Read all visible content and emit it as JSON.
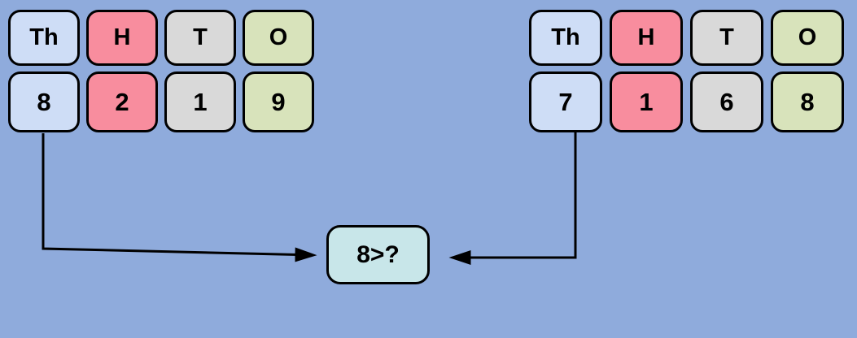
{
  "colors": {
    "background": "#8FABDC",
    "thousands_cell": "#CEDDF6",
    "hundreds_cell": "#F88D9E",
    "tens_cell": "#D9D9D9",
    "ones_cell": "#D8E3BB",
    "compare_box": "#C8E6E9",
    "outline": "#000000"
  },
  "left_table": {
    "headers": [
      "Th",
      "H",
      "T",
      "O"
    ],
    "digits": [
      "8",
      "2",
      "1",
      "9"
    ]
  },
  "right_table": {
    "headers": [
      "Th",
      "H",
      "T",
      "O"
    ],
    "digits": [
      "7",
      "1",
      "6",
      "8"
    ]
  },
  "compare": {
    "label": "8>?"
  }
}
